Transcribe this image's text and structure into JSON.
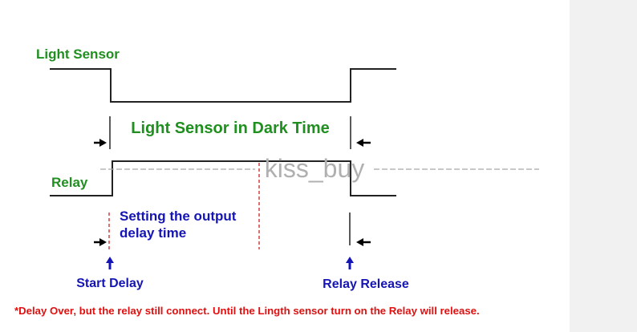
{
  "colors": {
    "green": "#1f8f1f",
    "blue": "#1515b5",
    "red": "#e01010",
    "line": "#222222",
    "dash": "#d04040",
    "watermark": "#a8a8a8"
  },
  "labels": {
    "light_sensor": "Light Sensor",
    "dark_time": "Light Sensor in Dark Time",
    "relay": "Relay",
    "delay_line1": "Setting the output",
    "delay_line2": "delay time",
    "start_delay": "Start Delay",
    "relay_release": "Relay Release",
    "footnote": "*Delay Over, but the relay still connect. Until the Lingth sensor turn on the Relay will release."
  },
  "watermark": {
    "text": "kiss_buy"
  }
}
